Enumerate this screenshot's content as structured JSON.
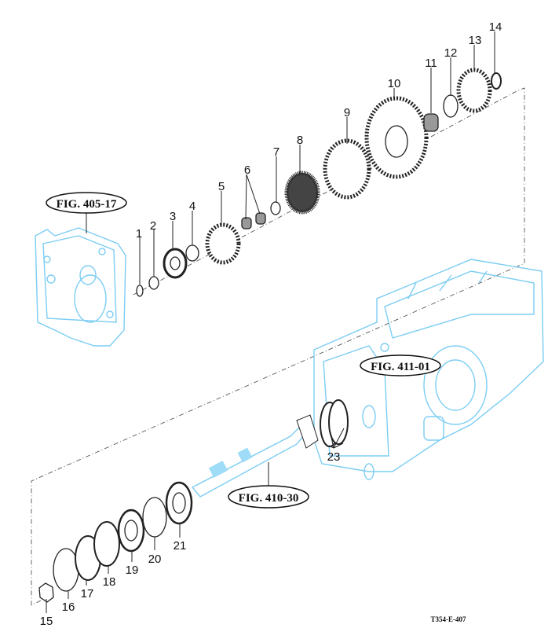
{
  "diagram": {
    "drawing_code": "T354-E-407",
    "figure_refs": {
      "housing_left": "FIG. 405-17",
      "housing_right": "FIG. 411-01",
      "shaft": "FIG. 410-30"
    },
    "callouts": [
      "1",
      "2",
      "3",
      "4",
      "5",
      "6",
      "7",
      "8",
      "9",
      "10",
      "11",
      "12",
      "13",
      "14",
      "15",
      "16",
      "17",
      "18",
      "19",
      "20",
      "21",
      "23"
    ],
    "colors": {
      "reference_parts": "#7ccdf3",
      "parts": "#222222"
    }
  }
}
